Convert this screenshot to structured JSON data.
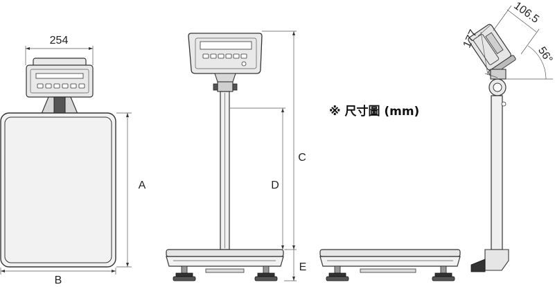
{
  "title": "※ 尺寸圖 (mm)",
  "dimensions": {
    "head_width": "254",
    "head_depth": "106.5",
    "head_height": "177",
    "tilt_angle": "56°",
    "platform_depth": "A",
    "platform_width": "B",
    "overall_height": "C",
    "column_height": "D",
    "base_height": "E"
  }
}
